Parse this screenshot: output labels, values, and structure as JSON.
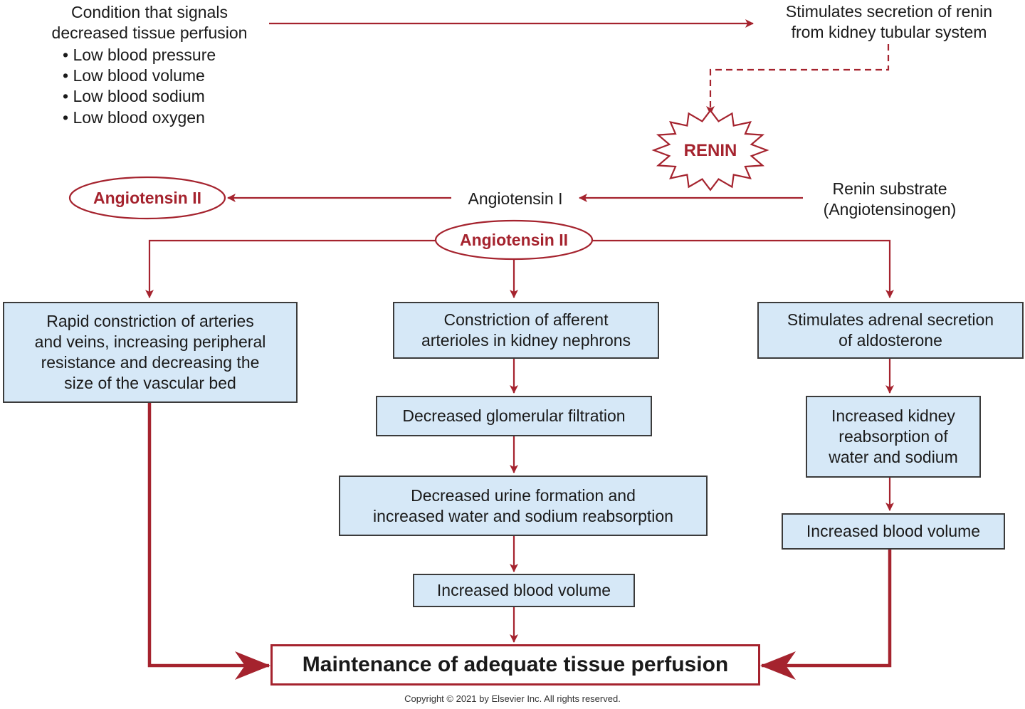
{
  "condition": {
    "lines": [
      "Condition that signals",
      "decreased tissue perfusion"
    ],
    "bullets": [
      "• Low blood pressure",
      "• Low blood volume",
      "• Low blood sodium",
      "• Low blood oxygen"
    ]
  },
  "stimulates_renin": [
    "Stimulates secretion of renin",
    "from kidney tubular system"
  ],
  "renin": "RENIN",
  "renin_substrate": [
    "Renin substrate",
    "(Angiotensinogen)"
  ],
  "angiotensin_i": "Angiotensin I",
  "angiotensin_ii": "Angiotensin II",
  "left_branch": {
    "box1": [
      "Rapid constriction of arteries",
      "and veins, increasing peripheral",
      "resistance and decreasing the",
      "size of the vascular bed"
    ]
  },
  "center_branch": {
    "box1": [
      "Constriction of afferent",
      "arterioles in kidney nephrons"
    ],
    "box2": "Decreased glomerular filtration",
    "box3": [
      "Decreased urine formation and",
      "increased water and sodium reabsorption"
    ],
    "box4": "Increased blood volume"
  },
  "right_branch": {
    "box1": [
      "Stimulates adrenal secretion",
      "of aldosterone"
    ],
    "box2": [
      "Increased kidney",
      "reabsorption of",
      "water and sodium"
    ],
    "box3": "Increased blood volume"
  },
  "outcome": "Maintenance of adequate tissue perfusion",
  "copyright": "Copyright © 2021 by Elsevier Inc. All rights reserved.",
  "colors": {
    "accent_red": "#a5232e",
    "box_fill": "#d6e8f7",
    "box_border": "#3b3b3b"
  }
}
